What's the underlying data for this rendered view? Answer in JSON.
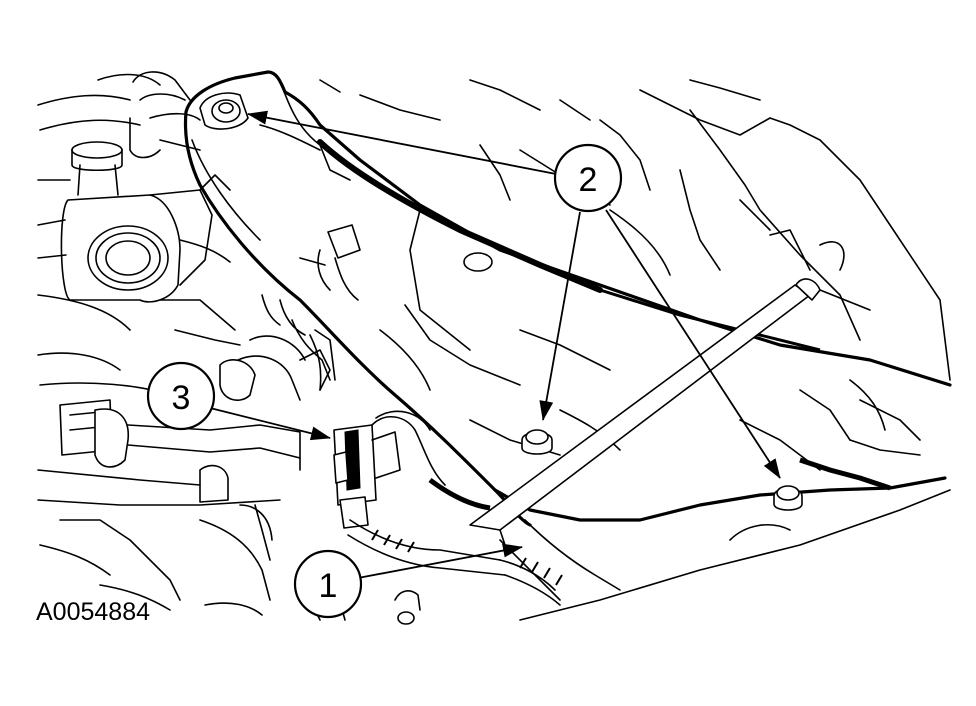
{
  "figure_id": "A0054884",
  "callouts": [
    {
      "number": "1",
      "item": "wiring-harness"
    },
    {
      "number": "2",
      "item": "nut"
    },
    {
      "number": "3",
      "item": "electrical-connector"
    }
  ],
  "colors": {
    "line": "#000000",
    "background": "#ffffff"
  }
}
